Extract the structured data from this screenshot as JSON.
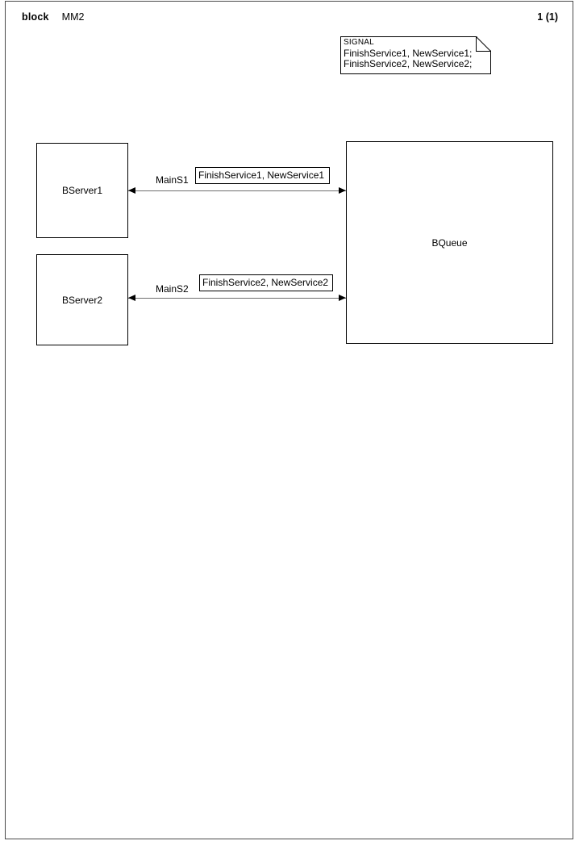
{
  "header": {
    "keyword": "block",
    "name": "MM2",
    "page_indicator": "1 (1)"
  },
  "signal_note": {
    "keyword": "SIGNAL",
    "lines": [
      "FinishService1, NewService1;",
      "FinishService2, NewService2;"
    ]
  },
  "blocks": [
    {
      "id": "bserver1",
      "label": "BServer1"
    },
    {
      "id": "bserver2",
      "label": "BServer2"
    },
    {
      "id": "bqueue",
      "label": "BQueue"
    }
  ],
  "channels": [
    {
      "id": "mains1",
      "name": "MainS1",
      "signals": "FinishService1, NewService1",
      "from": "BServer1",
      "to": "BQueue",
      "bidirectional": true
    },
    {
      "id": "mains2",
      "name": "MainS2",
      "signals": "FinishService2, NewService2",
      "from": "BServer2",
      "to": "BQueue",
      "bidirectional": true
    }
  ],
  "colors": {
    "frame": "#4a4a4a",
    "shape_outline": "#000000",
    "channel_line": "#6e6e6e",
    "background": "#ffffff"
  }
}
